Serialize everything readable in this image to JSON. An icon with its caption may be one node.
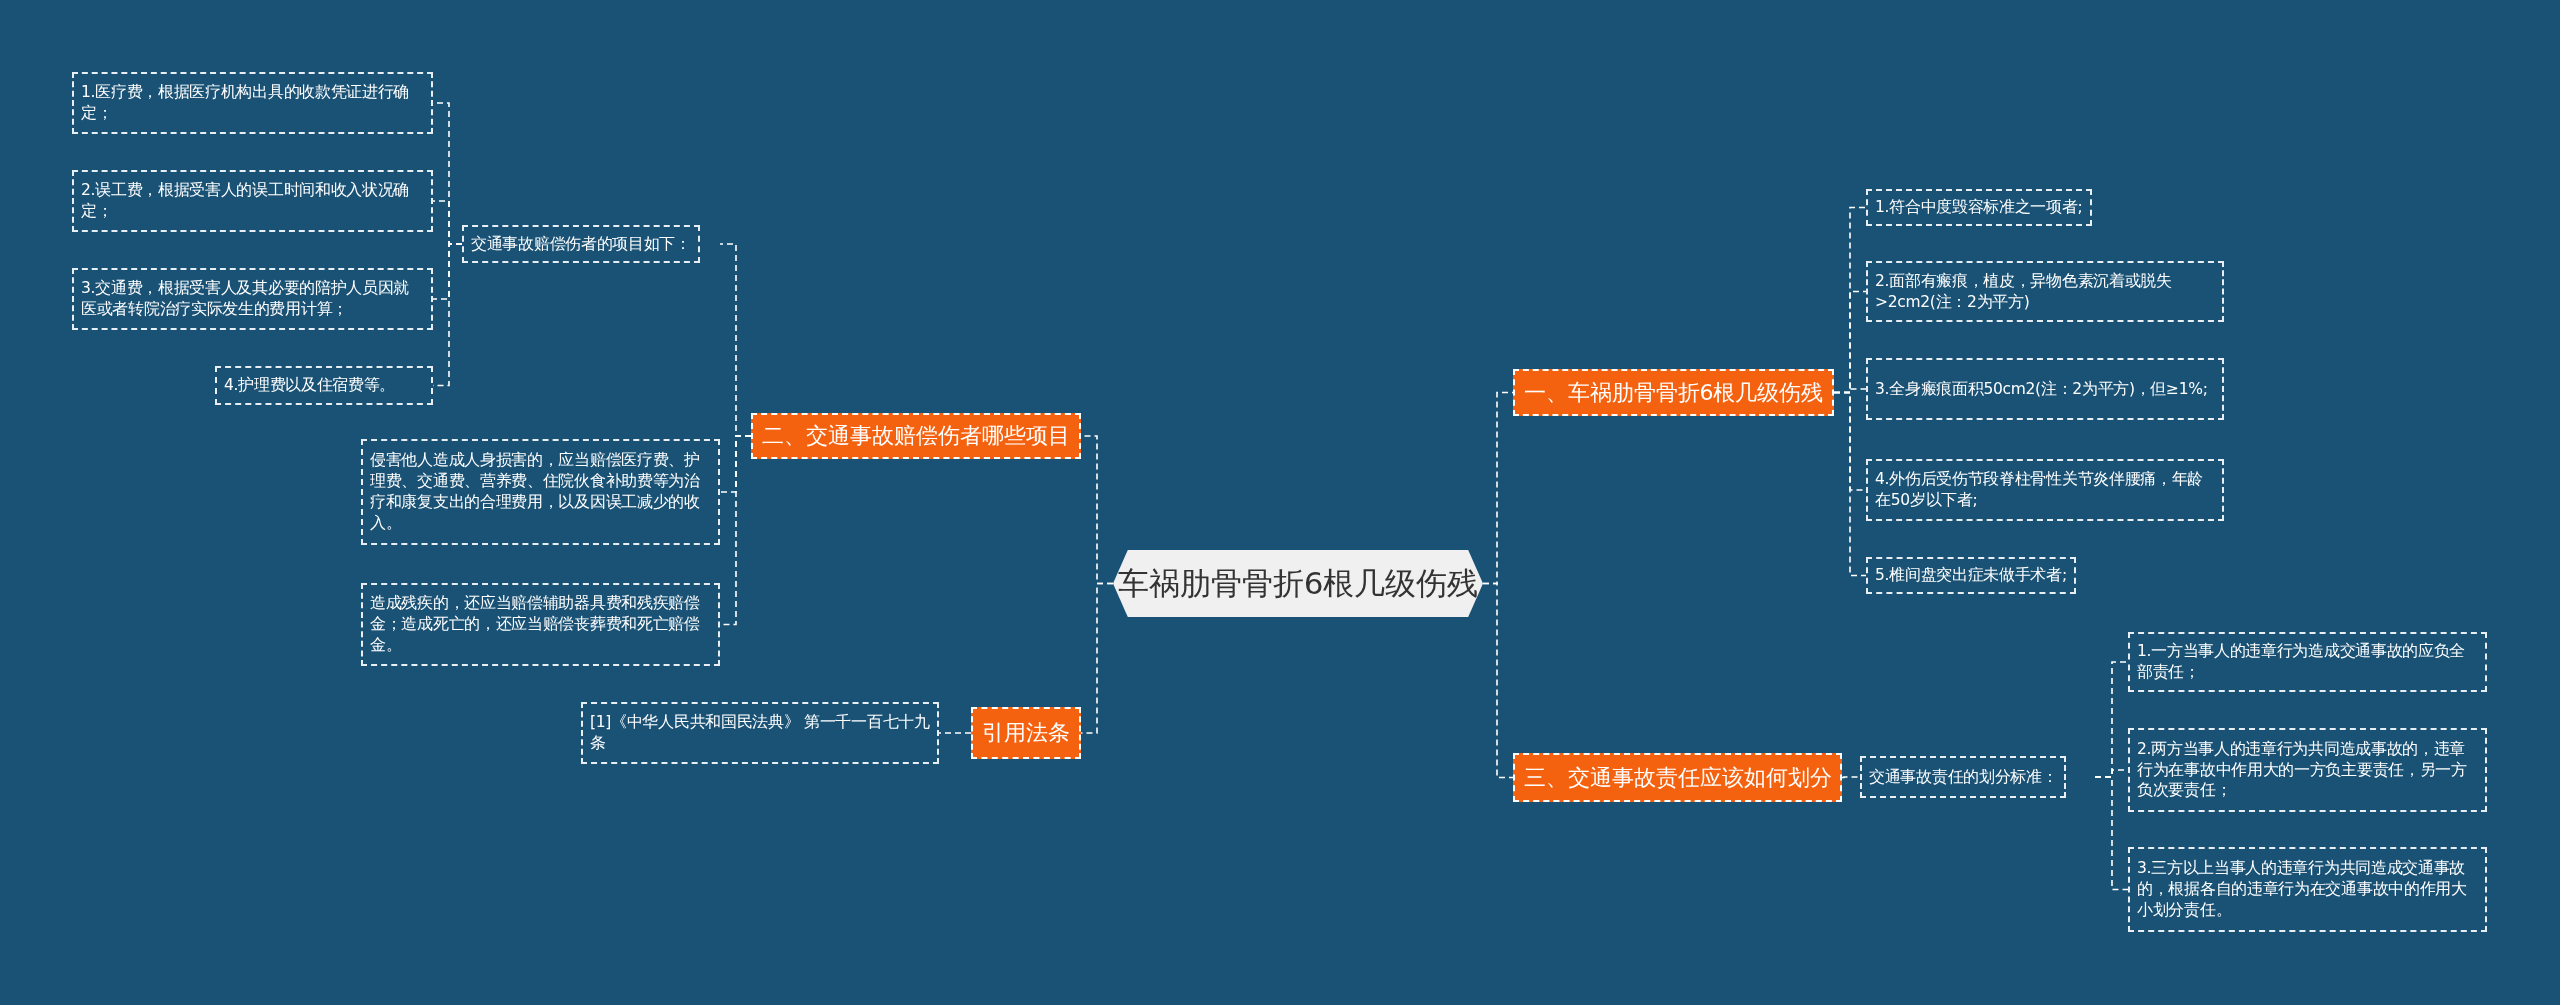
{
  "diagram": {
    "nodes": [
      {
        "text": [
          "车祸肋骨骨折6根几级伤残"
        ]
      },
      {
        "text": [
          "一、车祸肋骨骨折6根几级伤残"
        ]
      },
      {
        "text": [
          "1.符合中度毁容标准之一项者;"
        ]
      },
      {
        "text": [
          "2.面部有瘢痕，植皮，异物色素沉着或脱失>2cm2(注：2为平方)"
        ]
      },
      {
        "text": [
          "3.全身瘢痕面积50cm2(注：2为平方)，但≥1%;"
        ]
      },
      {
        "text": [
          "4.外伤后受伤节段脊柱骨性关节炎伴腰痛，年龄在50岁以下者;"
        ]
      },
      {
        "text": [
          "5.椎间盘突出症未做手术者;"
        ]
      },
      {
        "text": [
          "三、交通事故责任应该如何划分"
        ]
      },
      {
        "text": [
          "交通事故责任的划分标准："
        ]
      },
      {
        "text": [
          "1.一方当事人的违章行为造成交通事故的应负全部责任；"
        ]
      },
      {
        "text": [
          "2.两方当事人的违章行为共同造成事故的，违章行为在事故中作用大的一方负主要责任，另一方负次要责任；"
        ]
      },
      {
        "text": [
          "3.三方以上当事人的违章行为共同造成交通事故的，根据各自的违章行为在交通事故中的作用大小划分责任。"
        ]
      },
      {
        "text": [
          "二、交通事故赔偿伤者哪些项目"
        ]
      },
      {
        "text": [
          "交通事故赔偿伤者的项目如下："
        ]
      },
      {
        "text": [
          "1.医疗费，根据医疗机构出具的收款凭证进行确定；"
        ]
      },
      {
        "text": [
          "2.误工费，根据受害人的误工时间和收入状况确定；"
        ]
      },
      {
        "text": [
          "3.交通费，根据受害人及其必要的陪护人员因就医或者转院治疗实际发生的费用计算；"
        ]
      },
      {
        "text": [
          "4.护理费以及住宿费等。"
        ]
      },
      {
        "text": [
          "侵害他人造成人身损害的，应当赔偿医疗费、护理费、交通费、营养费、住院伙食补助费等为治疗和康复支出的合理费用，以及因误工减少的收入。"
        ]
      },
      {
        "text": [
          "造成残疾的，还应当赔偿辅助器具费和残疾赔偿金；造成死亡的，还应当赔偿丧葬费和死亡赔偿金。"
        ]
      },
      {
        "text": [
          "引用法条"
        ]
      },
      {
        "text": [
          "[1]《中华人民共和国民法典》 第一千一百七十九条"
        ]
      }
    ],
    "edges": [
      {
        "from": 0,
        "to": 1,
        "arrow": "none"
      },
      {
        "from": 1,
        "to": 2,
        "arrow": "none"
      },
      {
        "from": 1,
        "to": 3,
        "arrow": "none"
      },
      {
        "from": 1,
        "to": 4,
        "arrow": "none"
      },
      {
        "from": 1,
        "to": 5,
        "arrow": "none"
      },
      {
        "from": 1,
        "to": 6,
        "arrow": "none"
      },
      {
        "from": 0,
        "to": 7,
        "arrow": "none"
      },
      {
        "from": 7,
        "to": 8,
        "arrow": "none"
      },
      {
        "from": 8,
        "to": 9,
        "arrow": "none"
      },
      {
        "from": 8,
        "to": 10,
        "arrow": "none"
      },
      {
        "from": 8,
        "to": 11,
        "arrow": "none"
      },
      {
        "from": 0,
        "to": 12,
        "arrow": "none"
      },
      {
        "from": 12,
        "to": 13,
        "arrow": "none"
      },
      {
        "from": 13,
        "to": 14,
        "arrow": "none"
      },
      {
        "from": 13,
        "to": 15,
        "arrow": "none"
      },
      {
        "from": 13,
        "to": 16,
        "arrow": "none"
      },
      {
        "from": 13,
        "to": 17,
        "arrow": "none"
      },
      {
        "from": 12,
        "to": 18,
        "arrow": "none"
      },
      {
        "from": 12,
        "to": 19,
        "arrow": "none"
      },
      {
        "from": 0,
        "to": 20,
        "arrow": "none"
      },
      {
        "from": 20,
        "to": 21,
        "arrow": "none"
      }
    ]
  }
}
